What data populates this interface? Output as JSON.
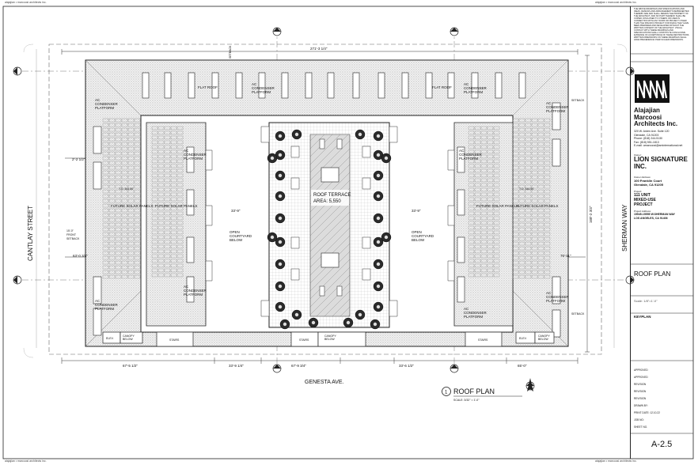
{
  "streets": {
    "left": "CANTLAY STREET",
    "right": "SHERMAN WAY",
    "bottom": "GENESTA AVE."
  },
  "plan": {
    "flat_roof": "FLAT ROOF",
    "ac_platform_lines": [
      "AC",
      "CONDENSER",
      "PLATFORM"
    ],
    "future_solar": "FUTURE SOLAR PANELS",
    "open_courtyard_lines": [
      "OPEN",
      "COURTYARD",
      "BELOW"
    ],
    "roof_terrace_lines": [
      "ROOF TERRACE",
      "AREA: 5,550"
    ],
    "elev": "ELEV.",
    "stairs": "STAIRS",
    "canopy_below_lines": [
      "CANOPY",
      "BELOW"
    ],
    "setback_label": "SETBACK",
    "front_setback_lines": [
      "15'-0\"",
      "FRONT",
      "SETBACK"
    ],
    "dimensions": {
      "overall_top": "271'-3 1/4\"",
      "bottom": [
        "67'-5 1/2\"",
        "33'-9 1/4\"",
        "67'-9 3/4\"",
        "33'-6 1/2\"",
        "65'-0\""
      ],
      "courtyard_left": "33'-9\"",
      "courtyard_right": "33'-9\"",
      "left_2": "2'-2 1/2\"",
      "left_wing": "63'-0 3/4\"",
      "right_wing": "75'-11\"",
      "right_total": "168'-2 3/4\"",
      "level_left": "T.O. 344.50'",
      "level_right": "T.O. 344.50'"
    }
  },
  "title": {
    "number": "1",
    "label": "ROOF PLAN",
    "scale": "SCALE: 3/32\" = 1'-0\""
  },
  "title_block": {
    "notes": "THE ABOVE DRAWINGS AND SPECIFICATIONS AND IDEAS, DESIGNS AND ARRANGEMENTS REPRESENTED THEREBY ARE AND SHALL REMAIN THE PROPERTY OF THE ARCHITECT, AND NO PART THEREOF SHALL BE COPIED, DISCLOSED TO OTHERS OR USED IN CONNECTION WITH ANY WORK OR PROJECT OTHER THAN THE SPECIFIC PROJECT FOR WHICH THEY HAVE BEEN PREPARED AND DEVELOPED WITHOUT THE WRITTEN CONSENT OF THE ARCHITECT. VISUAL CONTACT WITH THESE DRAWINGS AND SPECIFICATIONS SHALL CONSTITUTE CONCLUSIVE EVIDENCE OF ACCEPTANCE OF THESE RESTRICTIONS. WRITTEN DIMENSIONS ON THESE DRAWINGS SHALL HAVE PRECEDENCE OVER SCALED DIMENSIONS.",
    "firm_lines": [
      "Alajajian",
      "Marcoosi",
      "Architects Inc."
    ],
    "address": [
      "320 W. Arden Ave.  Suite 120",
      "Glendale, CA 91203",
      "Phone: (818) 244-5130",
      "Fax: (818) 551-1813",
      "E-mail: amarcoosi@aminternational.net"
    ],
    "owner_label": "Owner:",
    "owner_lines": [
      "LION SIGNATURE",
      "INC."
    ],
    "owner_address_label": "Owner Address:",
    "owner_address": [
      "100 Franklin Court",
      "Glendale, CA 91205"
    ],
    "project_label": "Project:",
    "project_lines": [
      "111 UNIT",
      "MIXED-USE",
      "PROJECT"
    ],
    "project_address_label": "Project Address:",
    "project_address": [
      "15545-15555 W.SHERMAN WAY",
      "LOS ANGELES, CA 91406"
    ],
    "sheet_title": "ROOF PLAN",
    "scale": "Scale: 1/8\"=1'-0\"",
    "keyplan": "KEYPLAN",
    "status": [
      "APPROVED",
      "APPROVED",
      "REVISION",
      "REVISION",
      "REVISION"
    ],
    "drawn_by": "DRAWN BY:",
    "print_date_label": "PRINT DATE:",
    "print_date": "12.10.22",
    "job_no": "JOB NO:",
    "sheet_no": "SHEET NO.",
    "sheet_number": "A-2.5",
    "copyright": "alajajian • marcoosi architects inc."
  }
}
